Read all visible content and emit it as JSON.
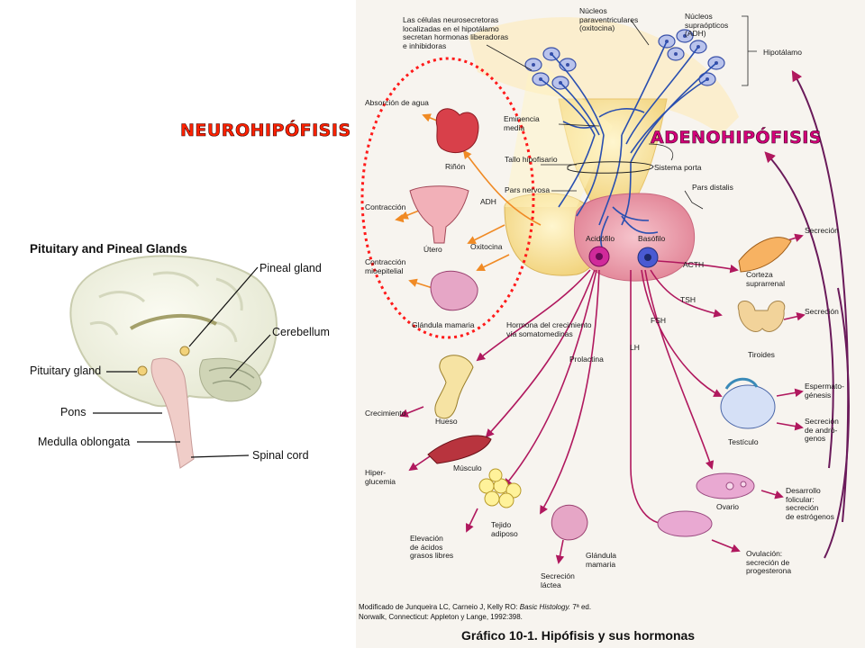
{
  "overlay": {
    "neuro_title": "NEUROHIPÓFISIS",
    "adeno_title": "ADENOHIPÓFISIS"
  },
  "pineal_figure": {
    "title": "Pituitary and Pineal Glands",
    "labels": {
      "pineal": "Pineal gland",
      "cerebellum": "Cerebellum",
      "pituitary": "Pituitary gland",
      "pons": "Pons",
      "medulla": "Medulla oblongata",
      "spinal_cord": "Spinal cord"
    }
  },
  "diagram": {
    "top": {
      "neurosecretory": "Las células neurosecretoras\nlocalizadas en el hipotálamo\nsecretan hormonas liberadoras\ne inhibidoras",
      "paraventricular": "Núcleos\nparaventriculares\n(oxitocina)",
      "supraoptic": "Núcleos\nsupraópticos\n(ADH)",
      "hypothalamus": "Hipotálamo"
    },
    "structure": {
      "median_eminence": "Eminencia\nmedia",
      "stalk": "Tallo hipofisario",
      "portal": "Sistema porta",
      "pars_nervosa": "Pars nervosa",
      "pars_distalis": "Pars distalis",
      "acidophil": "Acidófilo",
      "basophil": "Basófilo"
    },
    "neuro": {
      "water": "Absorción de agua",
      "kidney": "Riñón",
      "adh": "ADH",
      "contraction": "Contracción",
      "uterus": "Útero",
      "oxytocin": "Oxitocina",
      "myoepithelial": "Contracción\nmioepitelial",
      "mammary": "Glándula mamaria"
    },
    "hormones": {
      "gh": "Hormona del crecimiento\nvía somatomedinas",
      "prolactin": "Prolactina",
      "lh": "LH",
      "fsh": "FSH",
      "tsh": "TSH",
      "acth": "ACTH"
    },
    "targets": {
      "growth": "Crecimiento",
      "bone": "Hueso",
      "muscle": "Músculo",
      "hyperglycemia": "Hiper-\nglucemia",
      "adipose": "Tejido\nadiposo",
      "fatty_acids": "Elevación\nde ácidos\ngrasos libres",
      "mammary2": "Glándula\nmamaria",
      "milk": "Secreción\nláctea",
      "adrenal": "Corteza\nsuprarrenal",
      "thyroid": "Tiroides",
      "testis": "Testículo",
      "ovary": "Ovario",
      "secretion1": "Secreción",
      "secretion2": "Secreción",
      "spermatogenesis": "Espermato-\ngénesis",
      "androgens": "Secreción\nde andró-\ngenos",
      "follicular": "Desarrollo\nfolicular:\nsecreción\nde estrógenos",
      "ovulation": "Ovulación:\nsecreción de\nprogesterona"
    },
    "citation": {
      "line1_prefix": "Modificado de Junqueira LC, Carneio J, Kelly RO: ",
      "line1_book": "Basic Histology.",
      "line1_suffix": " 7ª ed.",
      "line2": "Norwalk, Connecticut: Appleton y Lange, 1992:398."
    },
    "figure_title": "Gráfico 10-1.  Hipófisis y sus hormonas"
  },
  "colors": {
    "neuro_red": "#ff2200",
    "adeno_magenta": "#d4007a",
    "arrow_orange": "#f08a24",
    "arrow_magenta": "#b0185e",
    "nerve_blue": "#2a4fb0",
    "gland_pink": "#e69aa6",
    "gland_yellow": "#f6dc8c"
  }
}
